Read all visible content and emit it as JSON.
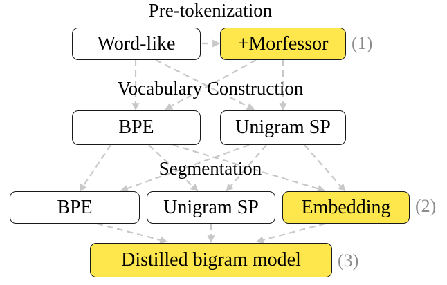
{
  "titles": {
    "pretokenization": "Pre-tokenization",
    "vocabulary": "Vocabulary Construction",
    "segmentation": "Segmentation"
  },
  "nodes": {
    "word_like": "Word-like",
    "morfessor": "+Morfessor",
    "vocab_bpe": "BPE",
    "vocab_unigram": "Unigram SP",
    "seg_bpe": "BPE",
    "seg_unigram": "Unigram SP",
    "seg_embedding": "Embedding",
    "distilled": "Distilled bigram model"
  },
  "refs": {
    "morfessor": "(1)",
    "embedding": "(2)",
    "distilled": "(3)"
  },
  "colors": {
    "highlight": "#fde74c",
    "edge": "#c8c8c8",
    "reference": "#8c8c8c"
  }
}
